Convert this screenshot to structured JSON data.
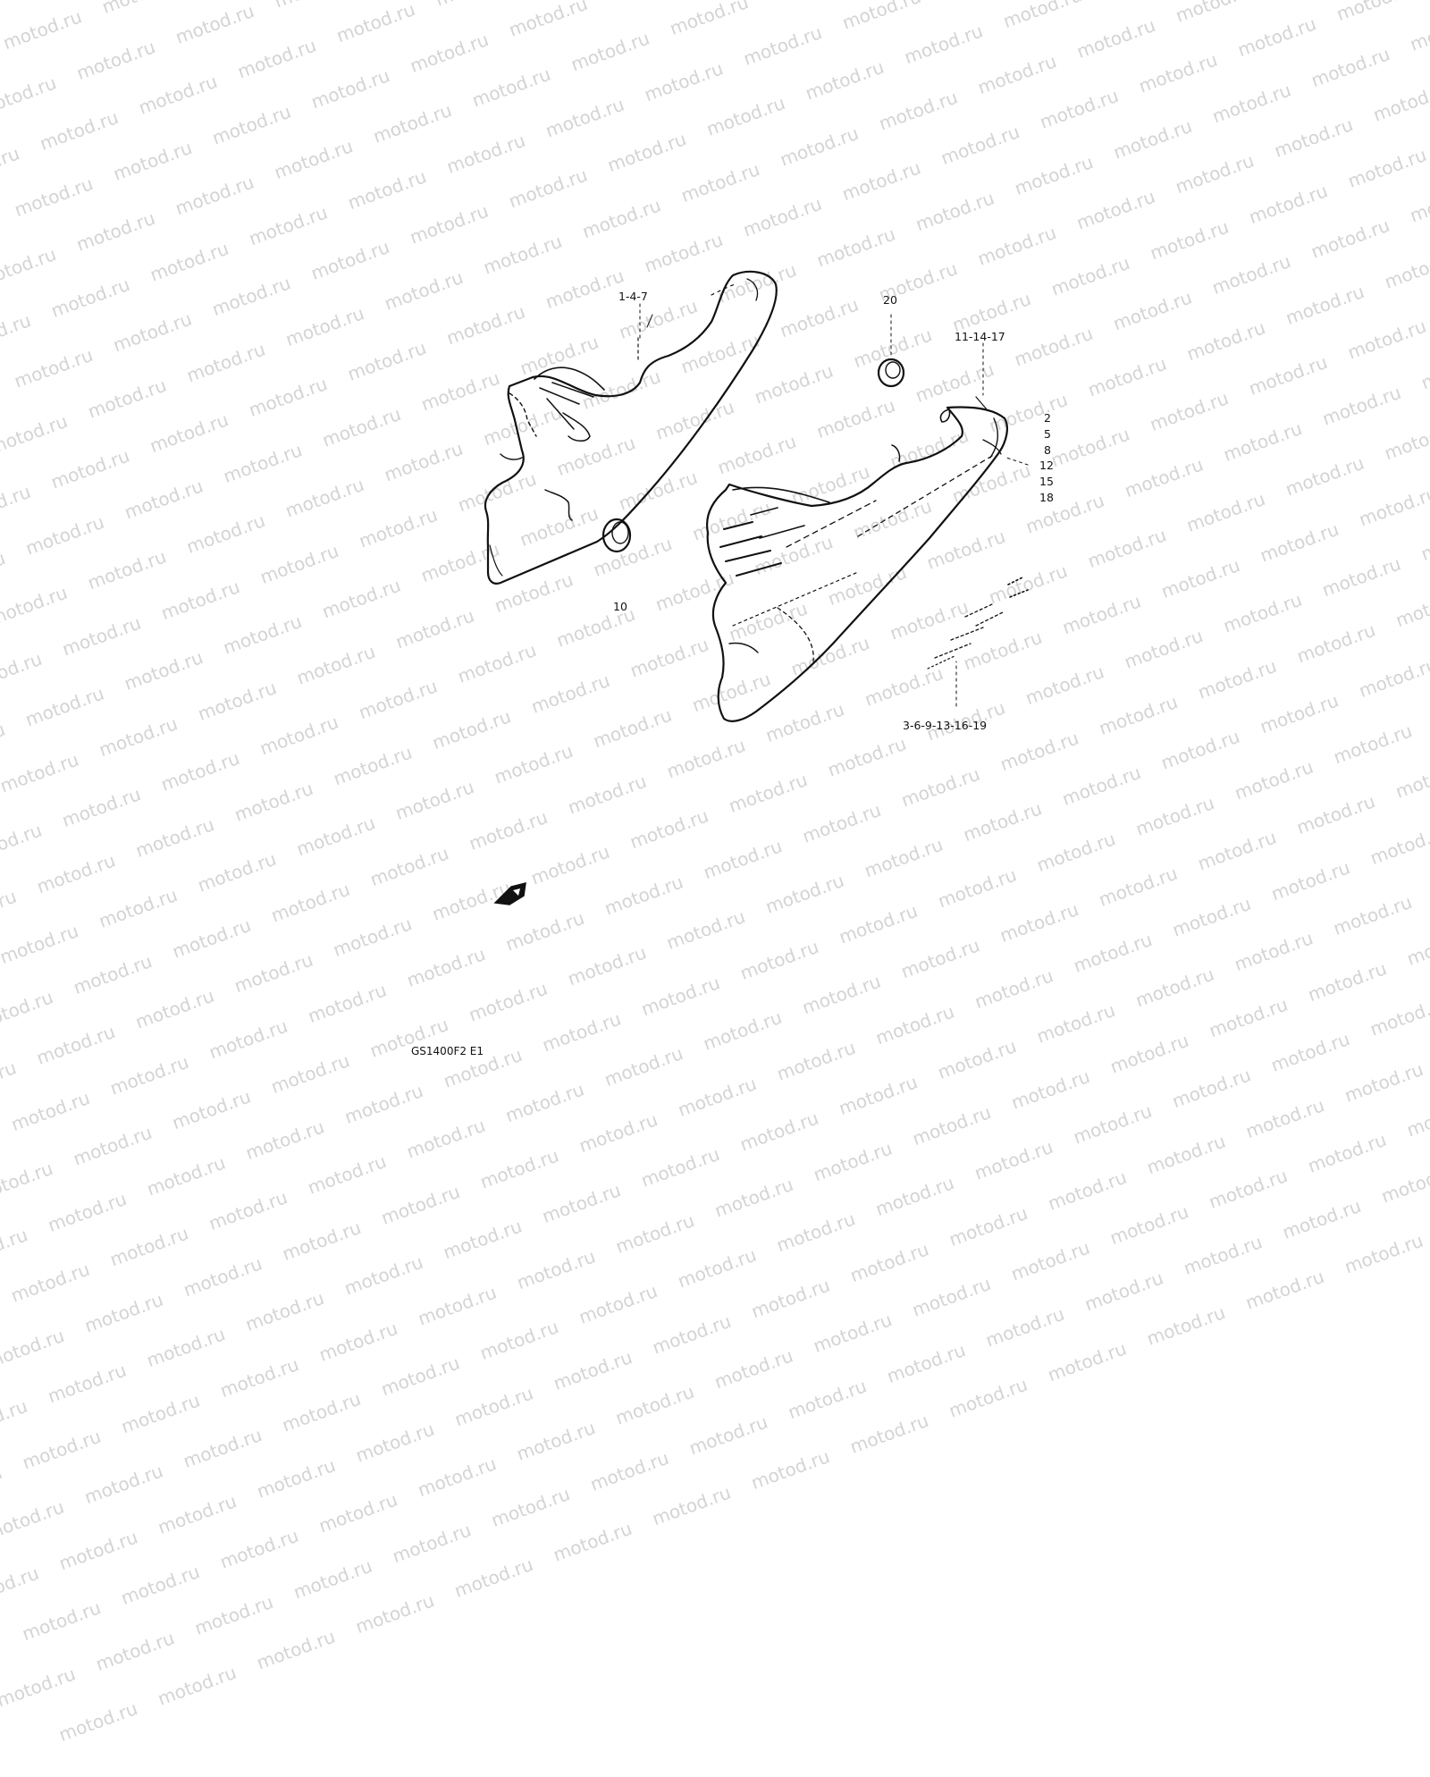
{
  "watermark": "motod.ru",
  "callouts": {
    "a": "1-4-7",
    "b": "20",
    "c": "11-14-17",
    "d": "2",
    "e": "5",
    "f": "8",
    "g": "12",
    "h": "15",
    "i": "18",
    "j": "10",
    "k": "3-6-9-13-16-19"
  },
  "drawing_code": "GS1400F2 E1",
  "colors": {
    "line": "#111111",
    "watermark": "#d4d4d4",
    "background": "#ffffff"
  },
  "icons": [
    "direction-arrow-icon"
  ]
}
